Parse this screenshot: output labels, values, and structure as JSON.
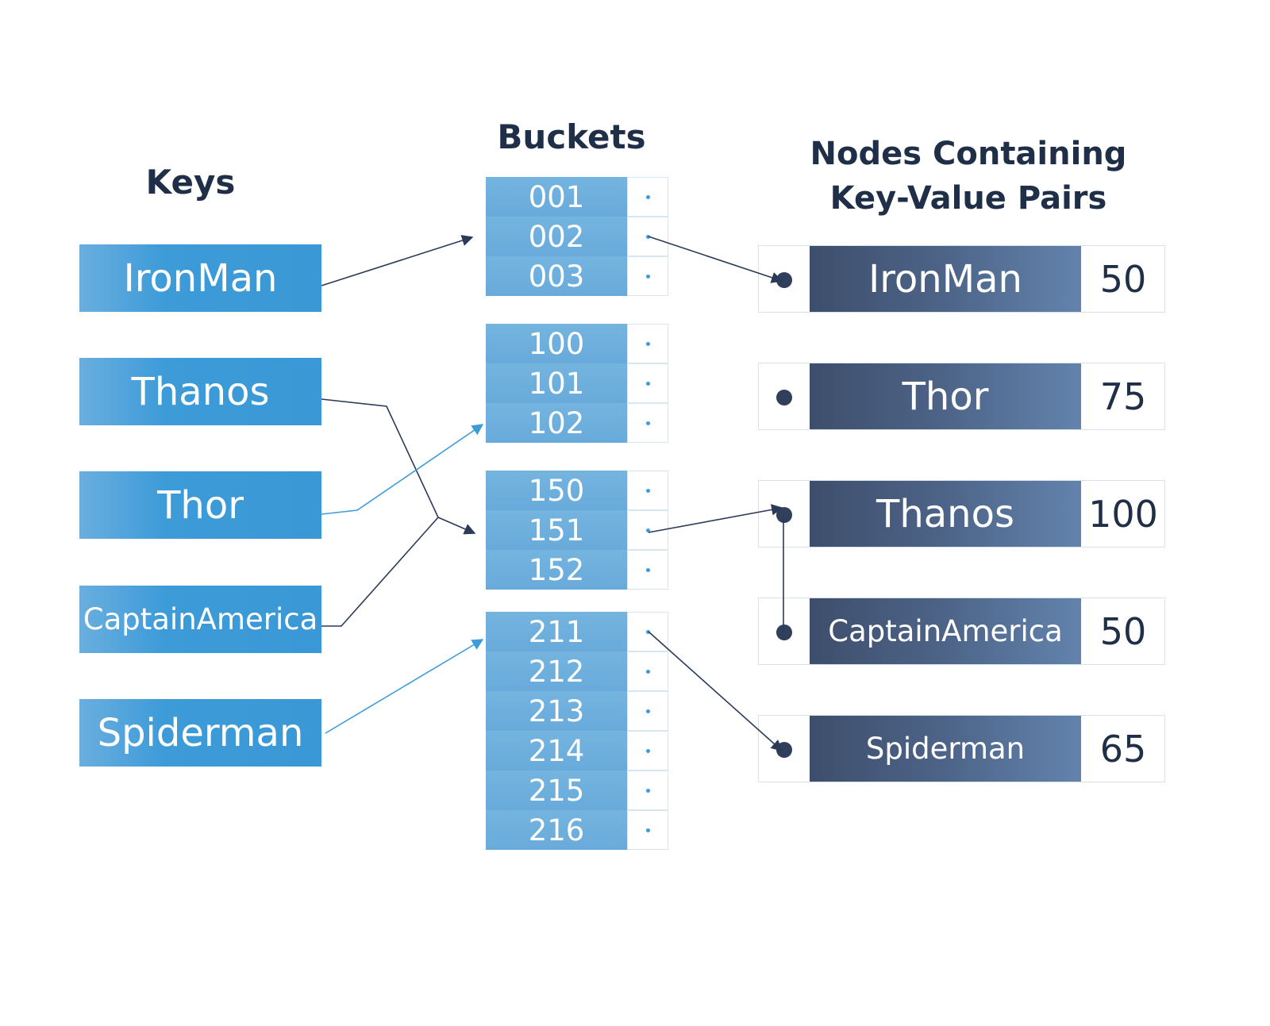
{
  "headings": {
    "keys": "Keys",
    "buckets": "Buckets",
    "nodes_line1": "Nodes Containing",
    "nodes_line2": "Key-Value Pairs"
  },
  "keys": [
    "IronMan",
    "Thanos",
    "Thor",
    "CaptainAmerica",
    "Spiderman"
  ],
  "bucket_groups": [
    [
      "001",
      "002",
      "003"
    ],
    [
      "100",
      "101",
      "102"
    ],
    [
      "150",
      "151",
      "152"
    ],
    [
      "211",
      "212",
      "213",
      "214",
      "215",
      "216"
    ]
  ],
  "nodes": [
    {
      "key": "IronMan",
      "value": "50"
    },
    {
      "key": "Thor",
      "value": "75"
    },
    {
      "key": "Thanos",
      "value": "100"
    },
    {
      "key": "CaptainAmerica",
      "value": "50"
    },
    {
      "key": "Spiderman",
      "value": "65"
    }
  ],
  "colors": {
    "key_blue": "#3a98d6",
    "bucket_blue": "#6aaedb",
    "node_dark": "#3e4e6c",
    "heading": "#1f2f48",
    "light_link": "#3d9bd8",
    "dark_link": "#2a3a58"
  }
}
